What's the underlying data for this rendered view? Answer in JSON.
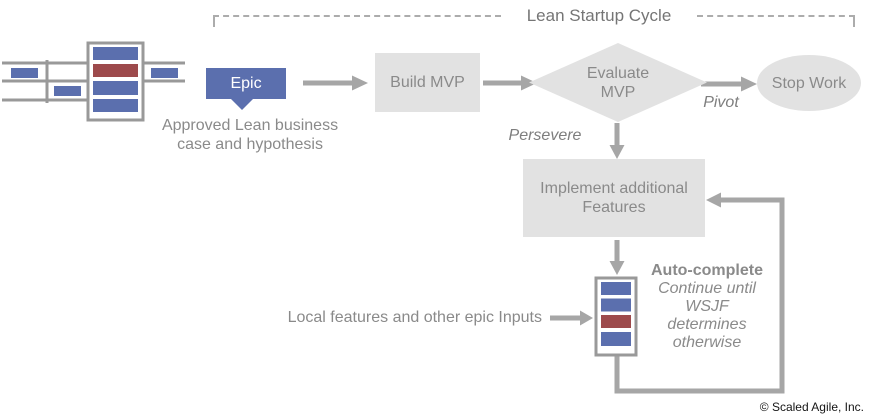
{
  "header": {
    "title": "Lean Startup Cycle"
  },
  "intake": {
    "caption_line1": "Approved Lean business",
    "caption_line2": "case and hypothesis"
  },
  "flow": {
    "epic_label": "Epic",
    "build_mvp_label": "Build MVP",
    "evaluate_line1": "Evaluate",
    "evaluate_line2": "MVP",
    "pivot_label": "Pivot",
    "persevere_label": "Persevere",
    "stop_work_label": "Stop Work",
    "implement_line1": "Implement additional",
    "implement_line2": "Features"
  },
  "backlog": {
    "auto_complete_title": "Auto-complete",
    "note_lines": [
      "Continue until",
      "WSJF",
      "determines",
      "otherwise"
    ],
    "input_label": "Local features and other epic Inputs"
  },
  "footer": {
    "copyright": "© Scaled Agile, Inc."
  },
  "icons": {
    "program_kanban": "kanban-board-icon",
    "epic_backlog": "backlog-column-icon"
  },
  "colors": {
    "item_blue": "#5b6fae",
    "item_red": "#9d4a4c",
    "shape_gray": "#e2e2e2",
    "arrow_gray": "#a6a6a6",
    "icon_line_gray": "#999999",
    "label_gray": "#8a8a8a",
    "title_gray": "#757575"
  }
}
